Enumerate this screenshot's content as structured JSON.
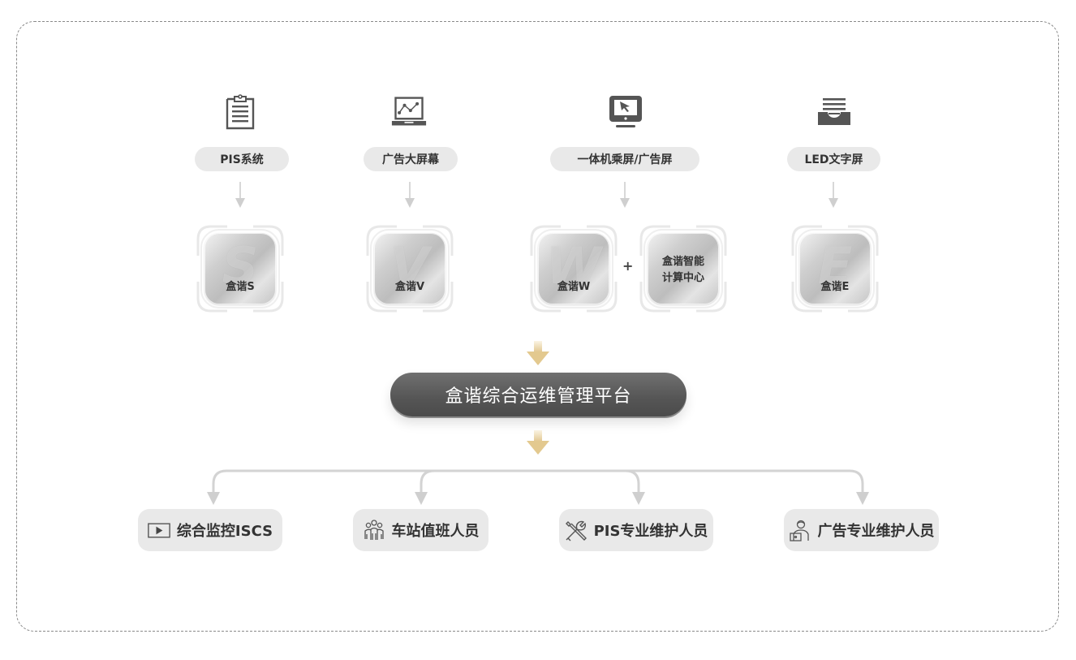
{
  "diagram": {
    "sources": [
      {
        "id": "pis",
        "icon": "clipboard-icon",
        "label": "PIS系统"
      },
      {
        "id": "ad-screen",
        "icon": "laptop-chart-icon",
        "label": "广告大屏幕"
      },
      {
        "id": "kiosk",
        "icon": "monitor-cursor-icon",
        "label": "一体机乘屏/广告屏"
      },
      {
        "id": "led",
        "icon": "inbox-tray-icon",
        "label": "LED文字屏"
      }
    ],
    "products": [
      {
        "id": "s",
        "letter": "S",
        "label": "盒谐S"
      },
      {
        "id": "v",
        "letter": "V",
        "label": "盒谐V"
      },
      {
        "id": "w",
        "letter": "W",
        "label": "盒谐W"
      },
      {
        "id": "compute",
        "letter": "",
        "label_line1": "盒谐智能",
        "label_line2": "计算中心"
      },
      {
        "id": "e",
        "letter": "E",
        "label": "盒谐E"
      }
    ],
    "plus_sign": "+",
    "platform": {
      "label": "盒谐综合运维管理平台"
    },
    "roles": [
      {
        "id": "iscs",
        "icon": "play-video-icon",
        "label": "综合监控ISCS"
      },
      {
        "id": "station",
        "icon": "people-group-icon",
        "label": "车站值班人员"
      },
      {
        "id": "pis-maint",
        "icon": "tools-icon",
        "label": "PIS专业维护人员"
      },
      {
        "id": "ad-maint",
        "icon": "person-laptop-icon",
        "label": "广告专业维护人员"
      }
    ],
    "colors": {
      "pill_bg": "#e9e9e9",
      "platform_bg": "#5a5a5a",
      "gold_arrow": "#e6cf9c",
      "connector": "#cfcfcf",
      "frame_border": "#8a8a8a"
    }
  }
}
